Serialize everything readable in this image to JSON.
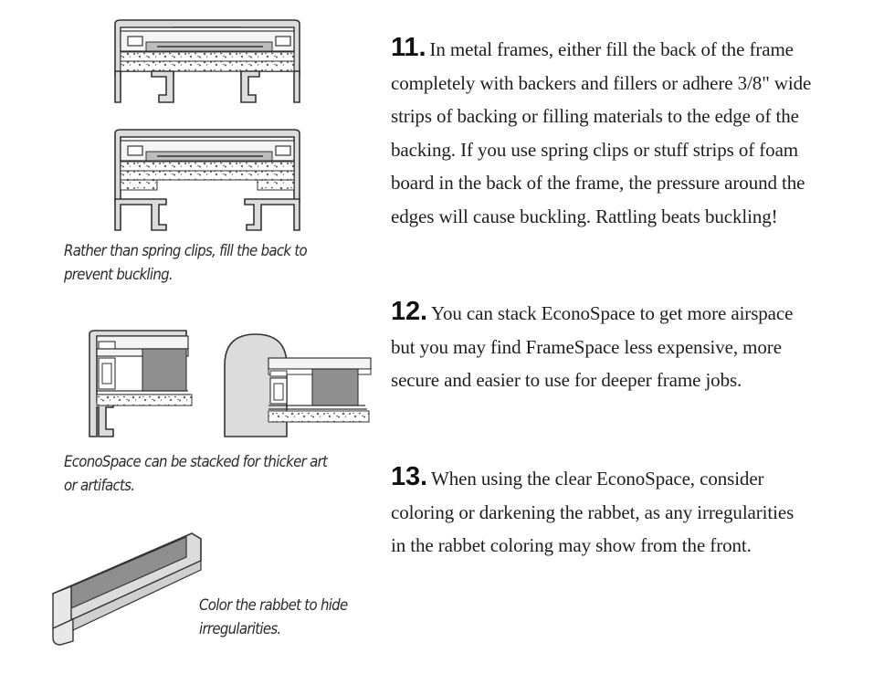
{
  "captions": {
    "buckling": [
      "Rather than spring clips, fill the back to",
      "prevent buckling."
    ],
    "stacked": [
      "EconoSpace can be stacked for thicker art",
      "or artifacts."
    ],
    "rabbet": [
      "Color the rabbet to hide",
      "irregularities."
    ]
  },
  "tips": [
    {
      "number": "11.",
      "lines": [
        "In metal frames, either fill the back of the frame",
        "completely with backers and fillers or adhere 3/8\" wide",
        "strips of backing or filling materials to the edge of the",
        "backing. If you use spring clips or stuff strips of foam",
        "board in the back of the frame, the pressure around the",
        "edges will cause buckling. Rattling beats buckling!"
      ]
    },
    {
      "number": "12.",
      "lines": [
        "You can stack EconoSpace to get more airspace",
        "but you may find FrameSpace less expensive, more",
        "secure and easier to use for deeper frame jobs."
      ]
    },
    {
      "number": "13.",
      "lines": [
        "When using the clear EconoSpace, consider",
        "coloring or darkening the rabbet, as any irregularities",
        "in the rabbet coloring may show from the front."
      ]
    }
  ],
  "colors": {
    "frame_fill": "#dcdcdc",
    "rabbet_face": "#8f8f8f",
    "stroke": "#333333"
  }
}
